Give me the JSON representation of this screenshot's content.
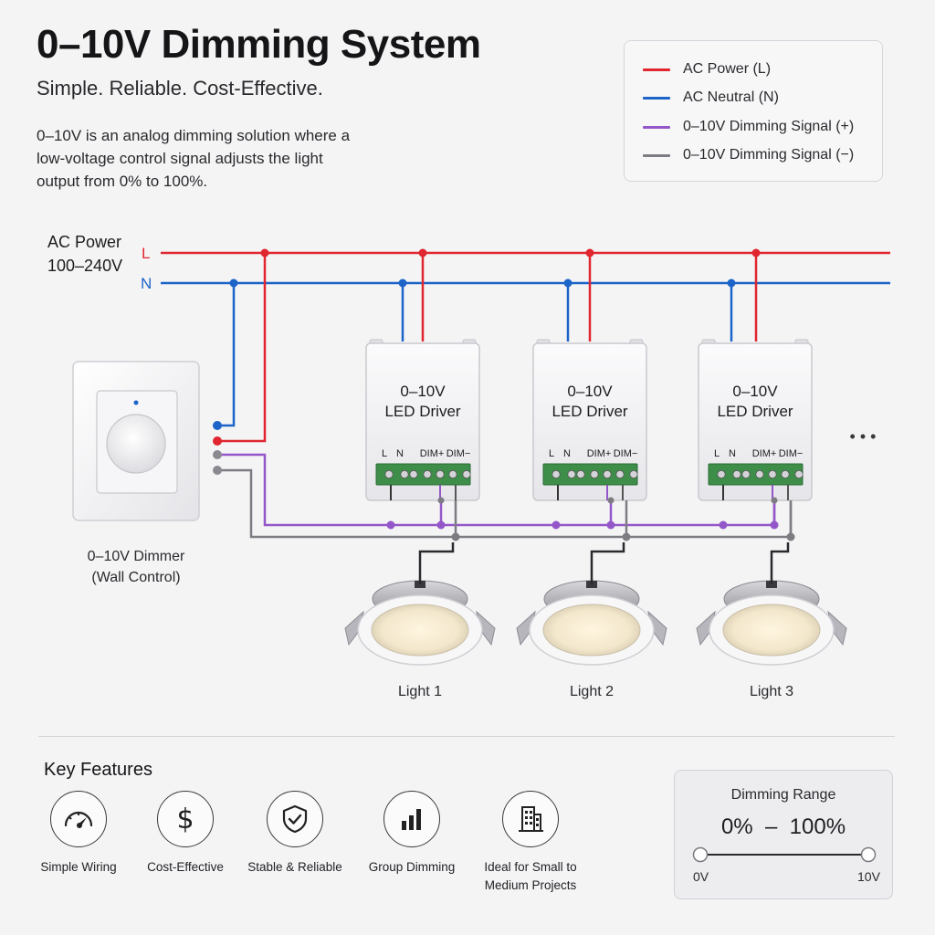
{
  "header": {
    "title": "0–10V Dimming System",
    "subtitle": "Simple. Reliable. Cost-Effective.",
    "description": "0–10V is an analog dimming solution where a low-voltage control signal adjusts the light output from 0% to 100%."
  },
  "legend": {
    "items": [
      {
        "label": "AC Power (L)",
        "color": "#e0262f"
      },
      {
        "label": "AC Neutral (N)",
        "color": "#1c64c8"
      },
      {
        "label": "0–10V Dimming Signal (+)",
        "color": "#9457c9"
      },
      {
        "label": "0–10V Dimming Signal (−)",
        "color": "#7c7c82"
      }
    ]
  },
  "power": {
    "label_line1": "AC Power",
    "label_line2": "100–240V",
    "line_label": "L",
    "neutral_label": "N"
  },
  "dimmer": {
    "label_line1": "0–10V Dimmer",
    "label_line2": "(Wall Control)"
  },
  "drivers": [
    {
      "line1": "0–10V",
      "line2": "LED Driver",
      "terminals": [
        "L",
        "N",
        "DIM+",
        "DIM−"
      ]
    },
    {
      "line1": "0–10V",
      "line2": "LED Driver",
      "terminals": [
        "L",
        "N",
        "DIM+",
        "DIM−"
      ]
    },
    {
      "line1": "0–10V",
      "line2": "LED Driver",
      "terminals": [
        "L",
        "N",
        "DIM+",
        "DIM−"
      ]
    }
  ],
  "more_indicator": "• • •",
  "lights": [
    {
      "label": "Light 1"
    },
    {
      "label": "Light 2"
    },
    {
      "label": "Light 3"
    }
  ],
  "features": {
    "heading": "Key Features",
    "items": [
      {
        "label": "Simple Wiring",
        "icon": "gauge-icon"
      },
      {
        "label": "Cost-Effective",
        "icon": "dollar-icon"
      },
      {
        "label": "Stable & Reliable",
        "icon": "shield-check-icon"
      },
      {
        "label": "Group Dimming",
        "icon": "bar-chart-icon"
      },
      {
        "label": "Ideal for Small to Medium Projects",
        "icon": "building-icon"
      }
    ]
  },
  "dimming_range": {
    "title": "Dimming Range",
    "value": "0%  –  100%",
    "min_label": "0V",
    "max_label": "10V"
  }
}
